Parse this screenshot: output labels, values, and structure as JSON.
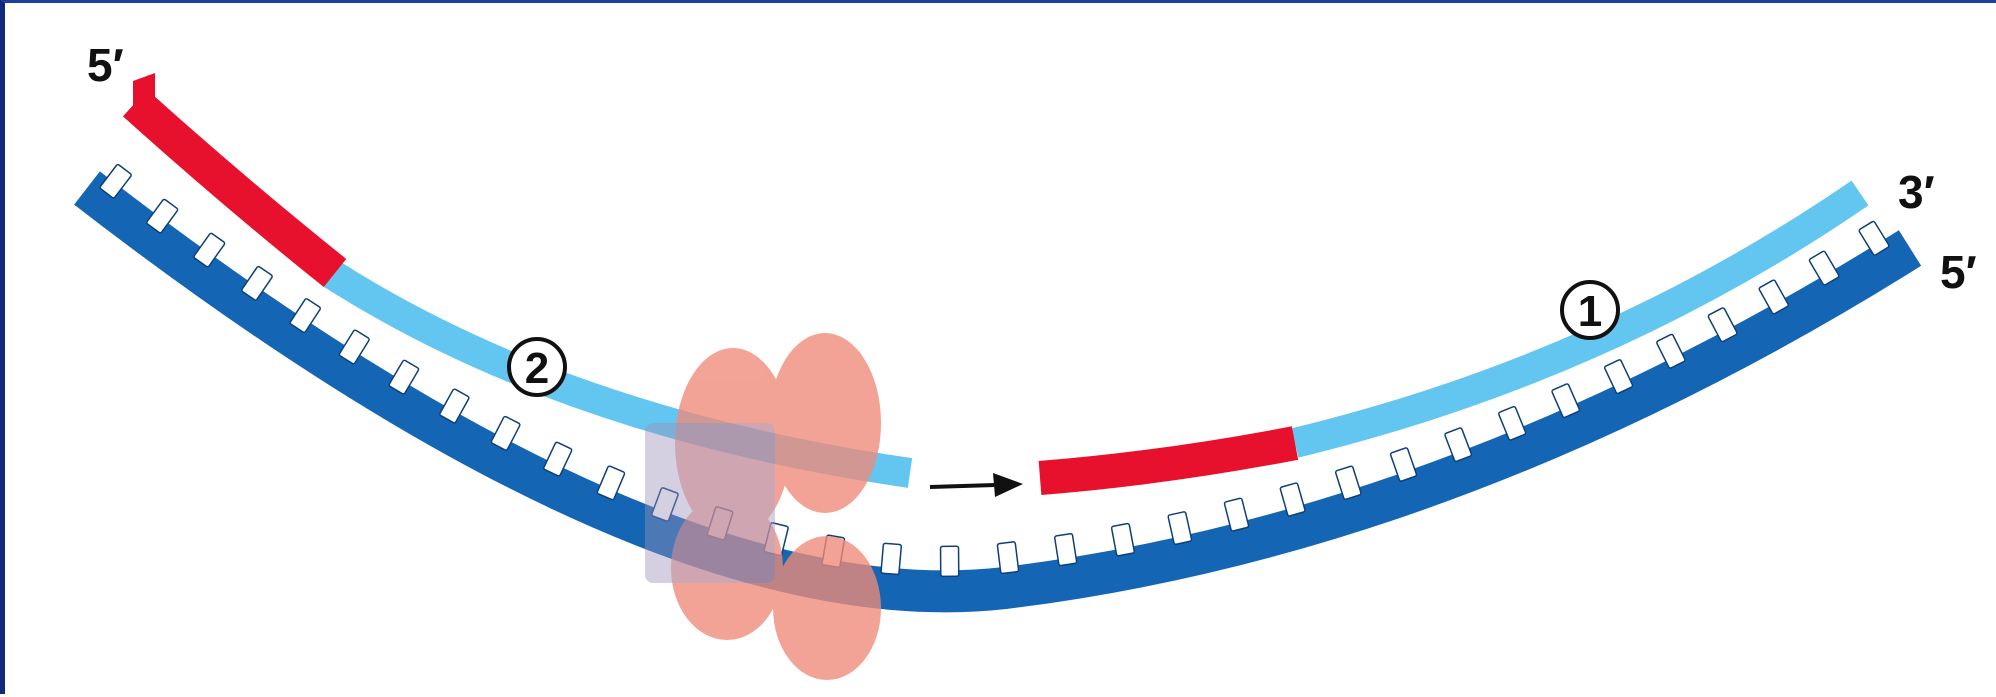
{
  "labels": {
    "top_left_end": "5′",
    "right_top_end": "3′",
    "right_bottom_end": "5′"
  },
  "markers": {
    "left": "2",
    "right": "1"
  },
  "colors": {
    "template_strand": "#1466b4",
    "new_strand": "#63c6f0",
    "rna_primer": "#e8112d",
    "enzyme": "#f08a78",
    "bases": "#ffffff",
    "frame_border": "#1e3f9c"
  },
  "icons": [
    "dna-template-strand",
    "lagging-strand-segments",
    "rna-primer",
    "dna-polymerase",
    "direction-arrow"
  ]
}
